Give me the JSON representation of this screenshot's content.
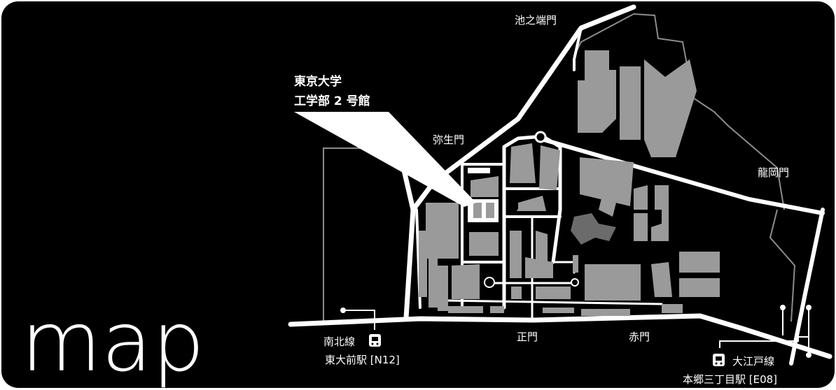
{
  "title": "map",
  "building_name_line1": "東京大学",
  "building_name_line2": "工学部 2 号館",
  "gates": {
    "ikenohata": "池之端門",
    "yayoi": "弥生門",
    "tatsuoka": "龍岡門",
    "seimon": "正門",
    "akamon": "赤門"
  },
  "stations": {
    "nanboku_line": "南北線",
    "todaimae": "東大前駅 [N12]",
    "oedo_line": "大江戸線",
    "hongo_sanchome": "本郷三丁目駅 [E08]"
  },
  "colors": {
    "background": "#000000",
    "road": "#ffffff",
    "building": "#9a9a9a",
    "boundary": "#8c8c8c",
    "highlight": "#ffffff"
  },
  "icons": [
    "train-icon"
  ]
}
